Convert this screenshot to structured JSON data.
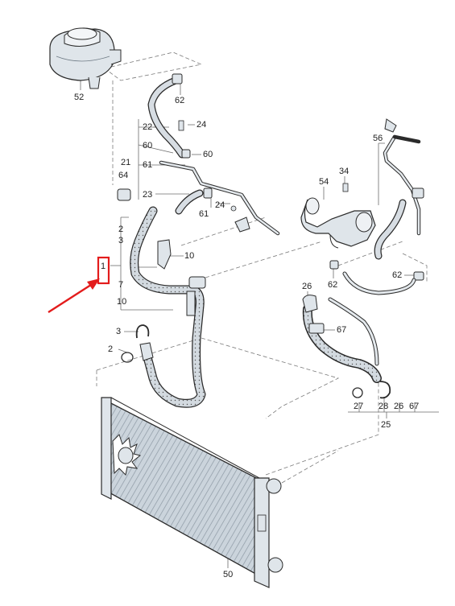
{
  "colors": {
    "line": "#2b2b2b",
    "hose_fill": "#cfd7de",
    "part_fill": "#dde4ea",
    "radiator_fill": "#c7d1da",
    "highlight": "#e31c1c"
  },
  "callouts": [
    {
      "id": "c52",
      "text": "52"
    },
    {
      "id": "c62a",
      "text": "62"
    },
    {
      "id": "c22",
      "text": "22"
    },
    {
      "id": "c24a",
      "text": "24"
    },
    {
      "id": "c60a",
      "text": "60"
    },
    {
      "id": "c60b",
      "text": "60"
    },
    {
      "id": "c21",
      "text": "21"
    },
    {
      "id": "c61a",
      "text": "61"
    },
    {
      "id": "c64",
      "text": "64"
    },
    {
      "id": "c23",
      "text": "23"
    },
    {
      "id": "c24b",
      "text": "24"
    },
    {
      "id": "c61b",
      "text": "61"
    },
    {
      "id": "c2a",
      "text": "2"
    },
    {
      "id": "c3a",
      "text": "3"
    },
    {
      "id": "c1",
      "text": "1"
    },
    {
      "id": "c7",
      "text": "7"
    },
    {
      "id": "c10a",
      "text": "10"
    },
    {
      "id": "c10b",
      "text": "10"
    },
    {
      "id": "c3b",
      "text": "3"
    },
    {
      "id": "c2b",
      "text": "2"
    },
    {
      "id": "c54",
      "text": "54"
    },
    {
      "id": "c34",
      "text": "34"
    },
    {
      "id": "c56",
      "text": "56"
    },
    {
      "id": "c62b",
      "text": "62"
    },
    {
      "id": "c62c",
      "text": "62"
    },
    {
      "id": "c26a",
      "text": "26"
    },
    {
      "id": "c67a",
      "text": "67"
    },
    {
      "id": "c27",
      "text": "27"
    },
    {
      "id": "c28",
      "text": "28"
    },
    {
      "id": "c26b",
      "text": "26"
    },
    {
      "id": "c67b",
      "text": "67"
    },
    {
      "id": "c25",
      "text": "25"
    },
    {
      "id": "c50",
      "text": "50"
    }
  ]
}
